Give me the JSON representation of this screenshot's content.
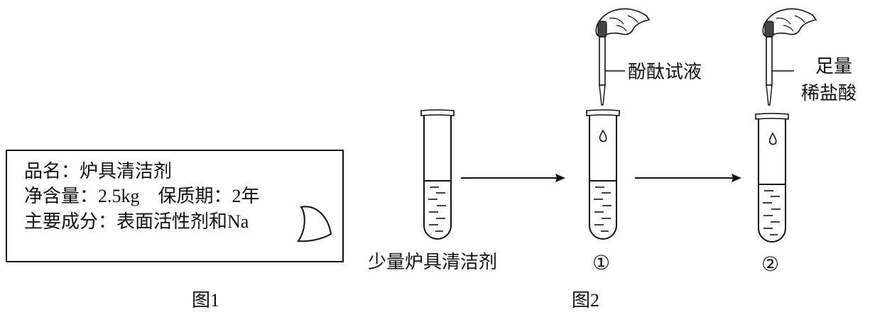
{
  "figure1": {
    "name_line": "品名：炉具清洁剂",
    "content_line": "净含量：2.5kg　保质期：2年",
    "ingredients_line": "主要成分：表面活性剂和Na",
    "caption": "图1"
  },
  "figure2": {
    "tube0_label": "少量炉具清洁剂",
    "dropper1_label": "酚酞试液",
    "dropper2_label_line1": "足量",
    "dropper2_label_line2": "稀盐酸",
    "tube1_number": "①",
    "tube2_number": "②",
    "caption": "图2"
  }
}
